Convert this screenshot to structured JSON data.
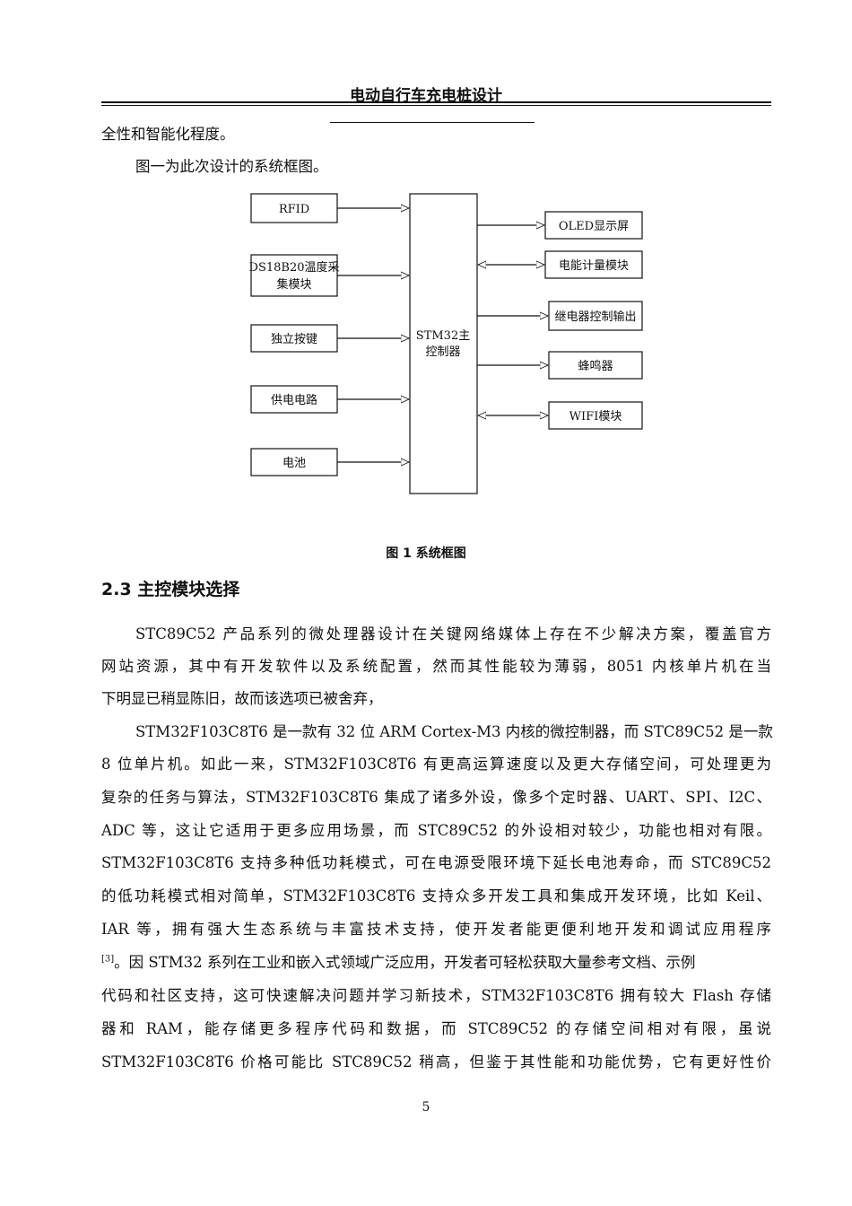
{
  "header": {
    "title": "电动自行车充电桩设计"
  },
  "intro": {
    "line1": "全性和智能化程度。",
    "line2": "图一为此次设计的系统框图。"
  },
  "diagram": {
    "center": {
      "label_line1": "STM32主",
      "label_line2": "控制器"
    },
    "inputs": [
      {
        "label_line1": "RFID",
        "label_line2": ""
      },
      {
        "label_line1": "DS18B20温度采",
        "label_line2": "集模块"
      },
      {
        "label_line1": "独立按键",
        "label_line2": ""
      },
      {
        "label_line1": "供电电路",
        "label_line2": ""
      },
      {
        "label_line1": "电池",
        "label_line2": ""
      }
    ],
    "outputs": [
      {
        "label": "OLED显示屏",
        "bidirectional": false
      },
      {
        "label": "电能计量模块",
        "bidirectional": true
      },
      {
        "label": "继电器控制输出",
        "bidirectional": false
      },
      {
        "label": "蜂鸣器",
        "bidirectional": false
      },
      {
        "label": "WIFI模块",
        "bidirectional": true
      }
    ]
  },
  "caption": "图 1  系统框图",
  "section": {
    "title": "2.3 主控模块选择"
  },
  "paragraph1": [
    "STC89C52 产品系列的微处理器设计在关键网络媒体上存在不少解决方案，覆盖官方",
    "网站资源，其中有开发软件以及系统配置，然而其性能较为薄弱，8051 内核单片机在当",
    "下明显已稍显陈旧，故而该选项已被舍弃，"
  ],
  "paragraph2": [
    "STM32F103C8T6 是一款有 32 位 ARM Cortex-M3 内核的微控制器，而 STC89C52 是一款",
    "8 位单片机。如此一来，STM32F103C8T6 有更高运算速度以及更大存储空间，可处理更为",
    "复杂的任务与算法，STM32F103C8T6 集成了诸多外设，像多个定时器、UART、SPI、I2C、",
    "ADC 等，这让它适用于更多应用场景，而 STC89C52 的外设相对较少，功能也相对有限。",
    "STM32F103C8T6 支持多种低功耗模式，可在电源受限环境下延长电池寿命，而 STC89C52",
    "的低功耗模式相对简单，STM32F103C8T6 支持众多开发工具和集成开发环境，比如 Keil、",
    "IAR 等，拥有强大生态系统与丰富技术支持，使开发者能更便利地开发和调试应用程序"
  ],
  "citation": "[3]",
  "paragraph2_after_citation": "。因 STM32 系列在工业和嵌入式领域广泛应用，开发者可轻松获取大量参考文档、示例",
  "paragraph2_rest": [
    "代码和社区支持，这可快速解决问题并学习新技术，STM32F103C8T6 拥有较大 Flash 存储",
    "器和 RAM，能存储更多程序代码和数据，而 STC89C52 的存储空间相对有限，虽说",
    "STM32F103C8T6 价格可能比 STC89C52 稍高，但鉴于其性能和功能优势，它有更好性价"
  ],
  "page_number": "5"
}
